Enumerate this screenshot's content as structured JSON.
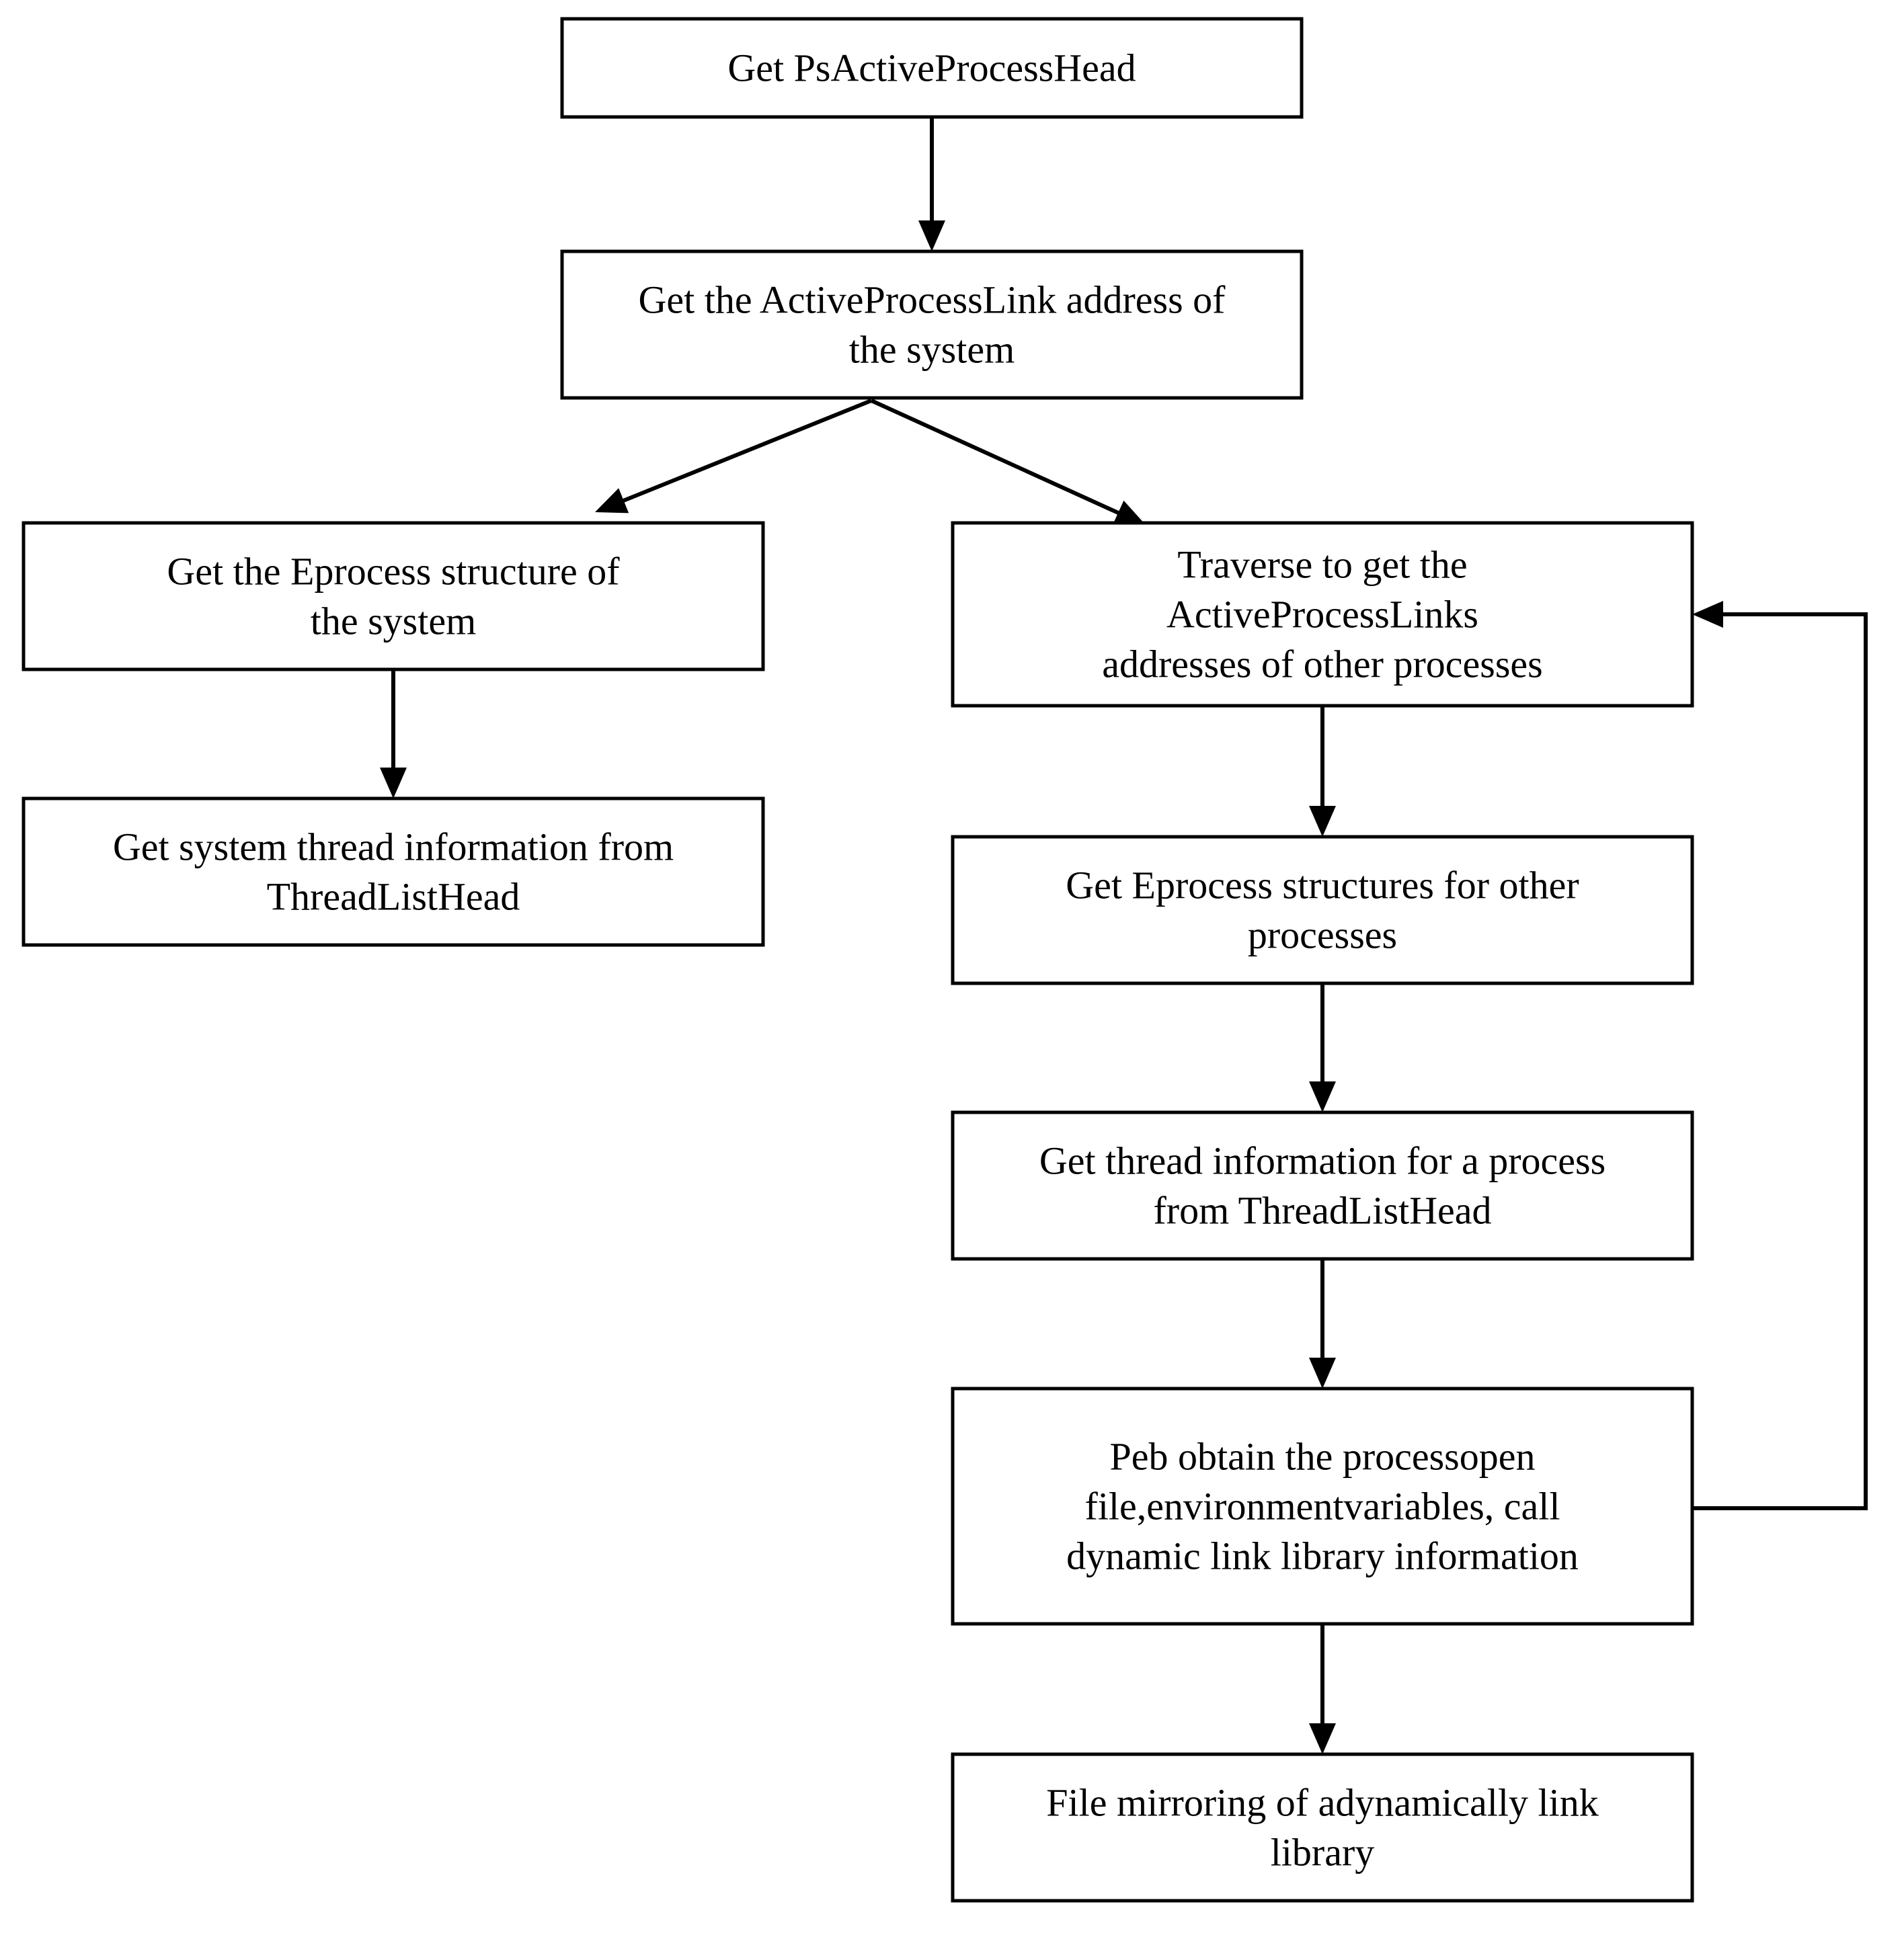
{
  "nodes": [
    {
      "id": "n1",
      "lines": [
        "Get PsActiveProcessHead"
      ]
    },
    {
      "id": "n2",
      "lines": [
        "Get the ActiveProcessLink address of",
        "the system"
      ]
    },
    {
      "id": "n3",
      "lines": [
        "Get the Eprocess structure of",
        "the system"
      ]
    },
    {
      "id": "n4",
      "lines": [
        "Get system thread information from",
        "ThreadListHead"
      ]
    },
    {
      "id": "n5",
      "lines": [
        "Traverse to get the",
        "ActiveProcessLinks",
        "addresses of other processes"
      ]
    },
    {
      "id": "n6",
      "lines": [
        "Get Eprocess structures for other",
        "processes"
      ]
    },
    {
      "id": "n7",
      "lines": [
        "Get thread information for a process",
        "from ThreadListHead"
      ]
    },
    {
      "id": "n8",
      "lines": [
        "Peb obtain the processopen",
        "file,environmentvariables,  call",
        "dynamic link library  information"
      ]
    },
    {
      "id": "n9",
      "lines": [
        "File mirroring of adynamically link",
        "library"
      ]
    }
  ],
  "edges": [
    {
      "from": "n1",
      "to": "n2"
    },
    {
      "from": "n2",
      "to": "n3"
    },
    {
      "from": "n2",
      "to": "n5"
    },
    {
      "from": "n3",
      "to": "n4"
    },
    {
      "from": "n5",
      "to": "n6"
    },
    {
      "from": "n6",
      "to": "n7"
    },
    {
      "from": "n7",
      "to": "n8"
    },
    {
      "from": "n8",
      "to": "n9"
    },
    {
      "from": "n8",
      "to": "n5",
      "kind": "loop"
    }
  ]
}
